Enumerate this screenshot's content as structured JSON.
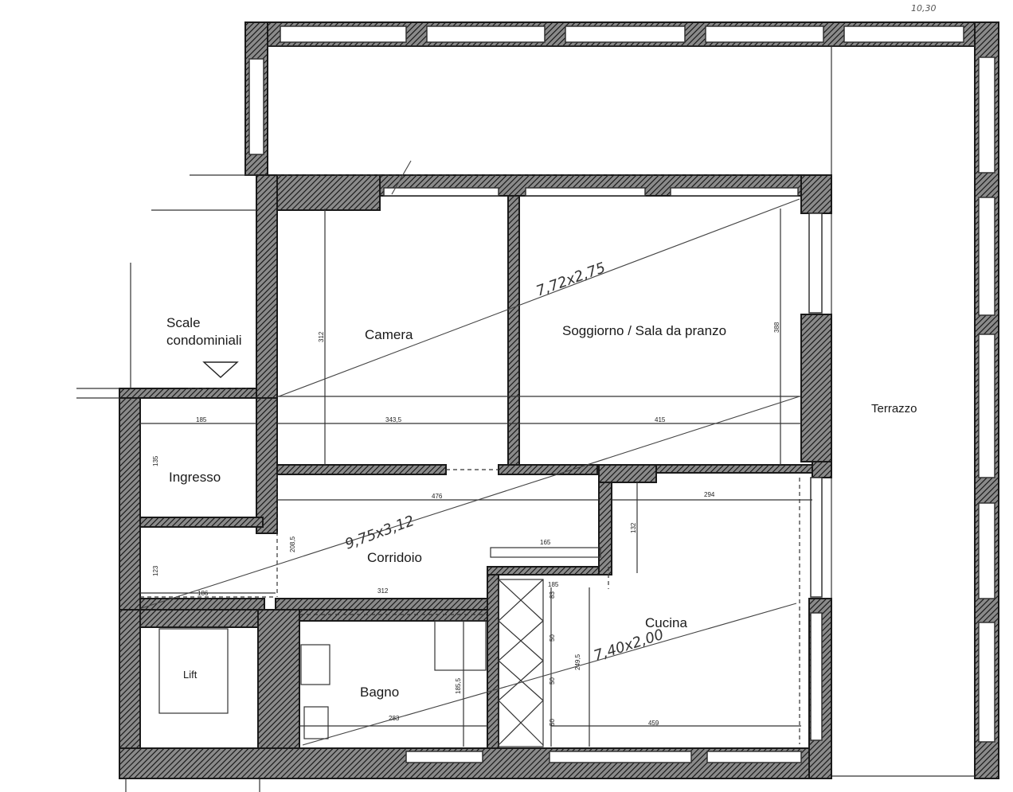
{
  "rooms": {
    "camera": "Camera",
    "soggiorno": "Soggiorno / Sala da pranzo",
    "terrazzo": "Terrazzo",
    "scale_line1": "Scale",
    "scale_line2": "condominiali",
    "ingresso": "Ingresso",
    "corridoio": "Corridoio",
    "lift": "Lift",
    "bagno": "Bagno",
    "cucina": "Cucina"
  },
  "annotations": {
    "top_right_note": "10,30",
    "soggiorno_diag": "7,72x2,75",
    "corridoio_diag": "9,75x3,12",
    "cucina_diag": "7,40x2,00"
  },
  "dimensions": {
    "d185_ingresso": "185",
    "d343": "343,5",
    "d415": "415",
    "d312_camera": "312",
    "d388": "388",
    "d135": "135",
    "d476": "476",
    "d294": "294",
    "d208": "208,5",
    "d123": "123",
    "d186": "186",
    "d312_corr": "312",
    "d165": "165",
    "d132": "132",
    "d185_stair": "185",
    "d283": "283",
    "d185_bagno": "185,5",
    "d249": "249,5",
    "d459": "459",
    "d50a": "50",
    "d50b": "50",
    "d50c": "50",
    "d83": "83"
  },
  "colors": {
    "wall_hatch": "#1a1a1a",
    "paper": "#ffffff",
    "line": "#333333"
  }
}
